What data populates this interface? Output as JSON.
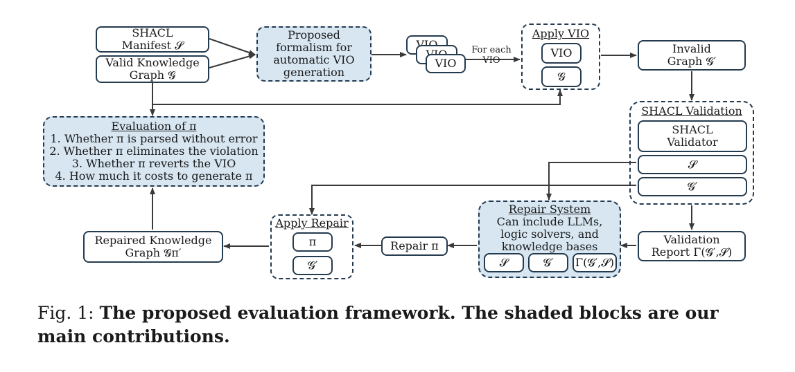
{
  "nodes": {
    "shacl_manifest": {
      "line1": "SHACL",
      "line2": "Manifest 𝓢"
    },
    "valid_kg": {
      "line1": "Valid Knowledge",
      "line2": "Graph 𝓖"
    },
    "proposed": {
      "lines": [
        "Proposed",
        "formalism for",
        "automatic VIO",
        "generation"
      ]
    },
    "vio_stack": [
      "VIO",
      "VIO",
      "VIO"
    ],
    "for_each": {
      "line1": "For each",
      "line2": "VIO"
    },
    "apply_vio": {
      "title": "Apply VIO",
      "vio": "VIO",
      "g": "𝓖"
    },
    "invalid_graph": {
      "line1": "Invalid",
      "line2": "Graph 𝓖′"
    },
    "shacl_validation": {
      "title": "SHACL Validation",
      "validator1": "SHACL",
      "validator2": "Validator",
      "s": "𝓢",
      "g": "𝓖′"
    },
    "evaluation": {
      "title": "Evaluation of π",
      "items": [
        "1. Whether π is parsed without error",
        "2. Whether π eliminates the violation",
        "3. Whether π reverts the VIO",
        "4. How much it costs to generate π"
      ]
    },
    "validation_report": {
      "line1": "Validation",
      "line2": "Report Γ(𝓖′,𝓢)"
    },
    "repair_system": {
      "title": "Repair System",
      "lines": [
        "Can include LLMs,",
        "logic solvers, and",
        "knowledge bases"
      ],
      "s": "𝓢",
      "g": "𝓖′",
      "gamma": "Γ(𝓖′,𝓢)"
    },
    "repair_pi": {
      "label": "Repair π"
    },
    "apply_repair": {
      "title": "Apply Repair",
      "pi": "π",
      "g": "𝓖′"
    },
    "repaired_kg": {
      "line1": "Repaired Knowledge",
      "line2": "Graph 𝓖π′"
    }
  },
  "caption": {
    "prefix": "Fig. 1: ",
    "bold": "The proposed evaluation framework. The shaded blocks are our main contributions."
  },
  "colors": {
    "stroke": "#243a4e",
    "shade": "#d7e6f1"
  }
}
